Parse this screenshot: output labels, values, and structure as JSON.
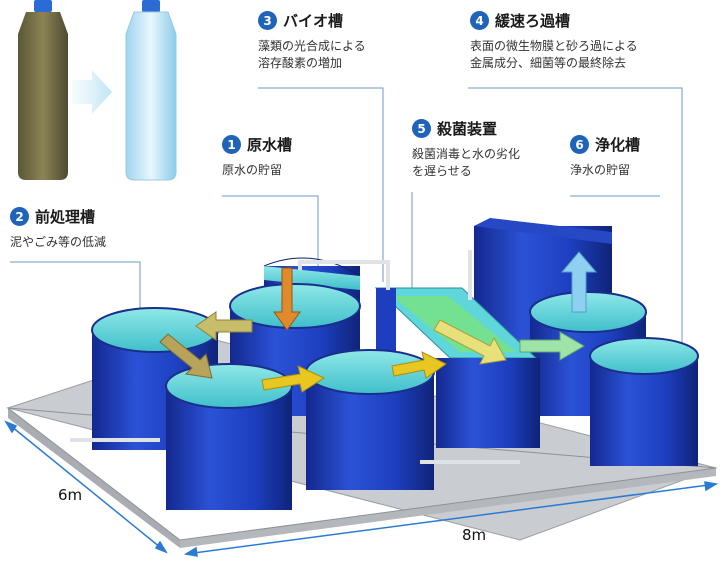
{
  "labels": [
    {
      "num": "1",
      "title": "原水槽",
      "desc": [
        "原水の貯留"
      ]
    },
    {
      "num": "2",
      "title": "前処理槽",
      "desc": [
        "泥やごみ等の低減"
      ]
    },
    {
      "num": "3",
      "title": "バイオ槽",
      "desc": [
        "藻類の光合成による",
        "溶存酸素の増加"
      ]
    },
    {
      "num": "4",
      "title": "緩速ろ過槽",
      "desc": [
        "表面の微生物膜と砂ろ過による",
        "金属成分、細菌等の最終除去"
      ]
    },
    {
      "num": "5",
      "title": "殺菌装置",
      "desc": [
        "殺菌消毒と水の劣化",
        "を遅らせる"
      ]
    },
    {
      "num": "6",
      "title": "浄化槽",
      "desc": [
        "浄水の貯留"
      ]
    }
  ],
  "dimensions": {
    "depth": "6m",
    "width": "8m"
  },
  "colors": {
    "tank": "#1d3fbf",
    "water": "#5fd6da",
    "badge": "#1f64b8",
    "platform": "#c9ccd0",
    "dim_line": "#2a7bd4",
    "arrow": "#e7c21d"
  }
}
